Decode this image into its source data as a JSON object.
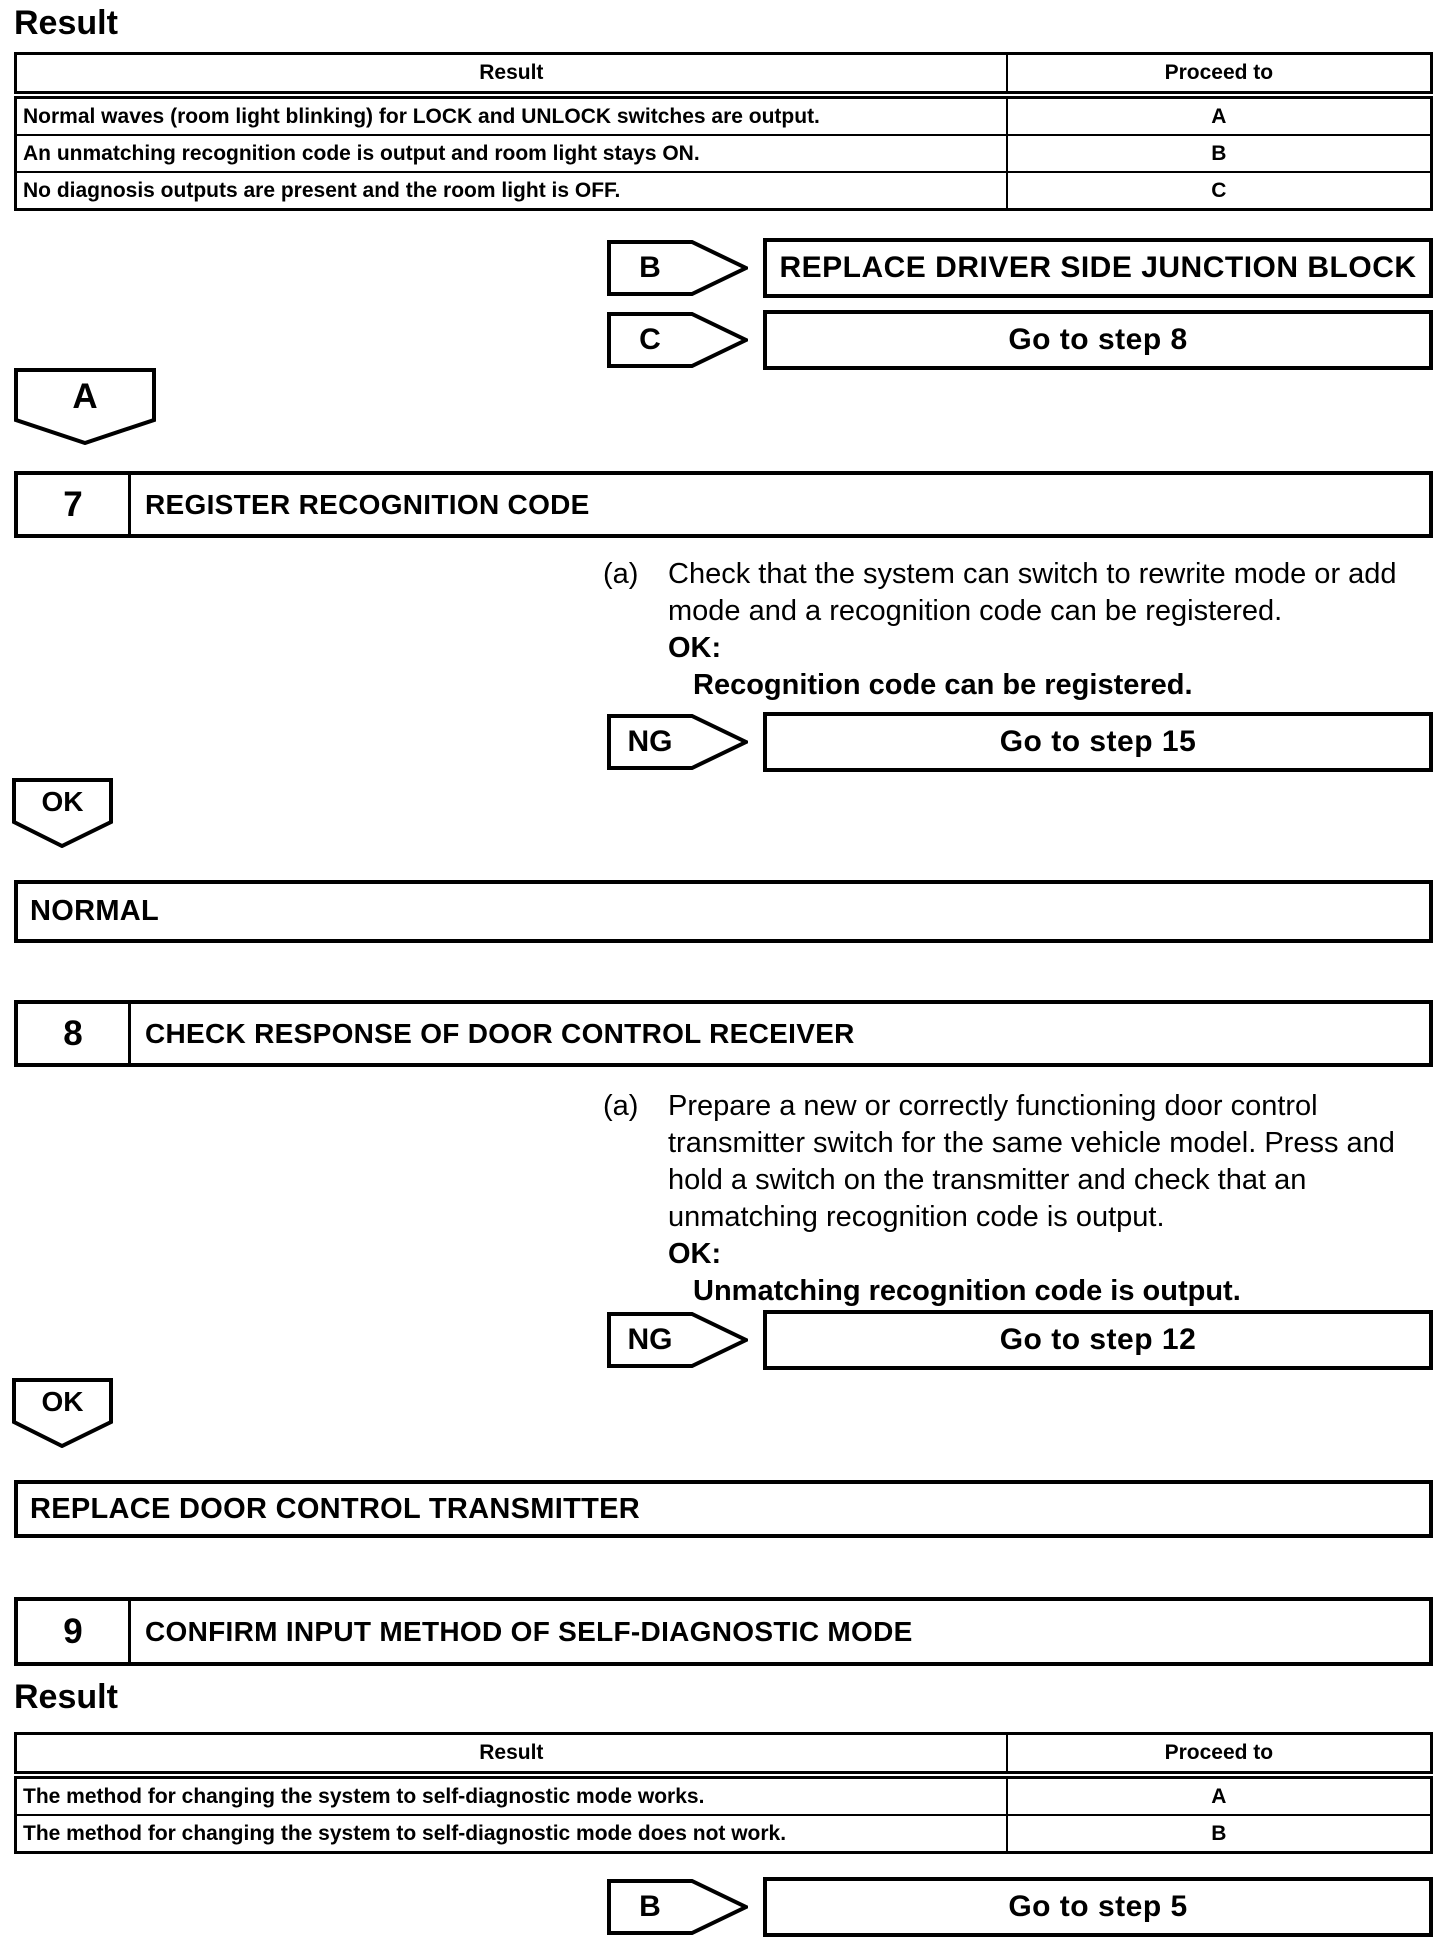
{
  "headings": {
    "result_top": "Result",
    "result_bottom": "Result"
  },
  "table1": {
    "headers": [
      "Result",
      "Proceed to"
    ],
    "rows": [
      {
        "result": "Normal waves (room light blinking) for LOCK and UNLOCK switches are output.",
        "proceed": "A"
      },
      {
        "result": "An unmatching recognition code is output and room light stays ON.",
        "proceed": "B"
      },
      {
        "result": "No diagnosis outputs are present and the room light is OFF.",
        "proceed": "C"
      }
    ]
  },
  "connectors": {
    "b1": {
      "label": "B",
      "target": "REPLACE DRIVER SIDE JUNCTION BLOCK"
    },
    "c1": {
      "label": "C",
      "target": "Go to step 8"
    },
    "a_down": {
      "label": "A"
    },
    "ng7": {
      "label": "NG",
      "target": "Go to step 15"
    },
    "ok7": {
      "label": "OK"
    },
    "ng8": {
      "label": "NG",
      "target": "Go to step 12"
    },
    "ok8": {
      "label": "OK"
    },
    "b2": {
      "label": "B",
      "target": "Go to step 5"
    }
  },
  "boxes": {
    "normal": "NORMAL",
    "replace_transmitter": "REPLACE DOOR CONTROL TRANSMITTER"
  },
  "steps": {
    "step7": {
      "number": "7",
      "title": "REGISTER RECOGNITION CODE",
      "marker": "(a)",
      "lines": [
        "Check that the system can switch to rewrite mode or add",
        "mode and a recognition code can be registered."
      ],
      "ok_label": "OK:",
      "ok_text": "Recognition code can be registered."
    },
    "step8": {
      "number": "8",
      "title": "CHECK RESPONSE OF DOOR CONTROL RECEIVER",
      "marker": "(a)",
      "lines": [
        "Prepare a new or correctly functioning door control",
        "transmitter switch for the same vehicle model. Press and",
        "hold a switch on the transmitter and check that an",
        "unmatching recognition code is output."
      ],
      "ok_label": "OK:",
      "ok_text": "Unmatching recognition code is output."
    },
    "step9": {
      "number": "9",
      "title": "CONFIRM INPUT METHOD OF SELF-DIAGNOSTIC MODE"
    }
  },
  "table2": {
    "headers": [
      "Result",
      "Proceed to"
    ],
    "rows": [
      {
        "result": "The method for changing the system to self-diagnostic mode works.",
        "proceed": "A"
      },
      {
        "result": "The method for changing the system to self-diagnostic mode does not work.",
        "proceed": "B"
      }
    ]
  }
}
